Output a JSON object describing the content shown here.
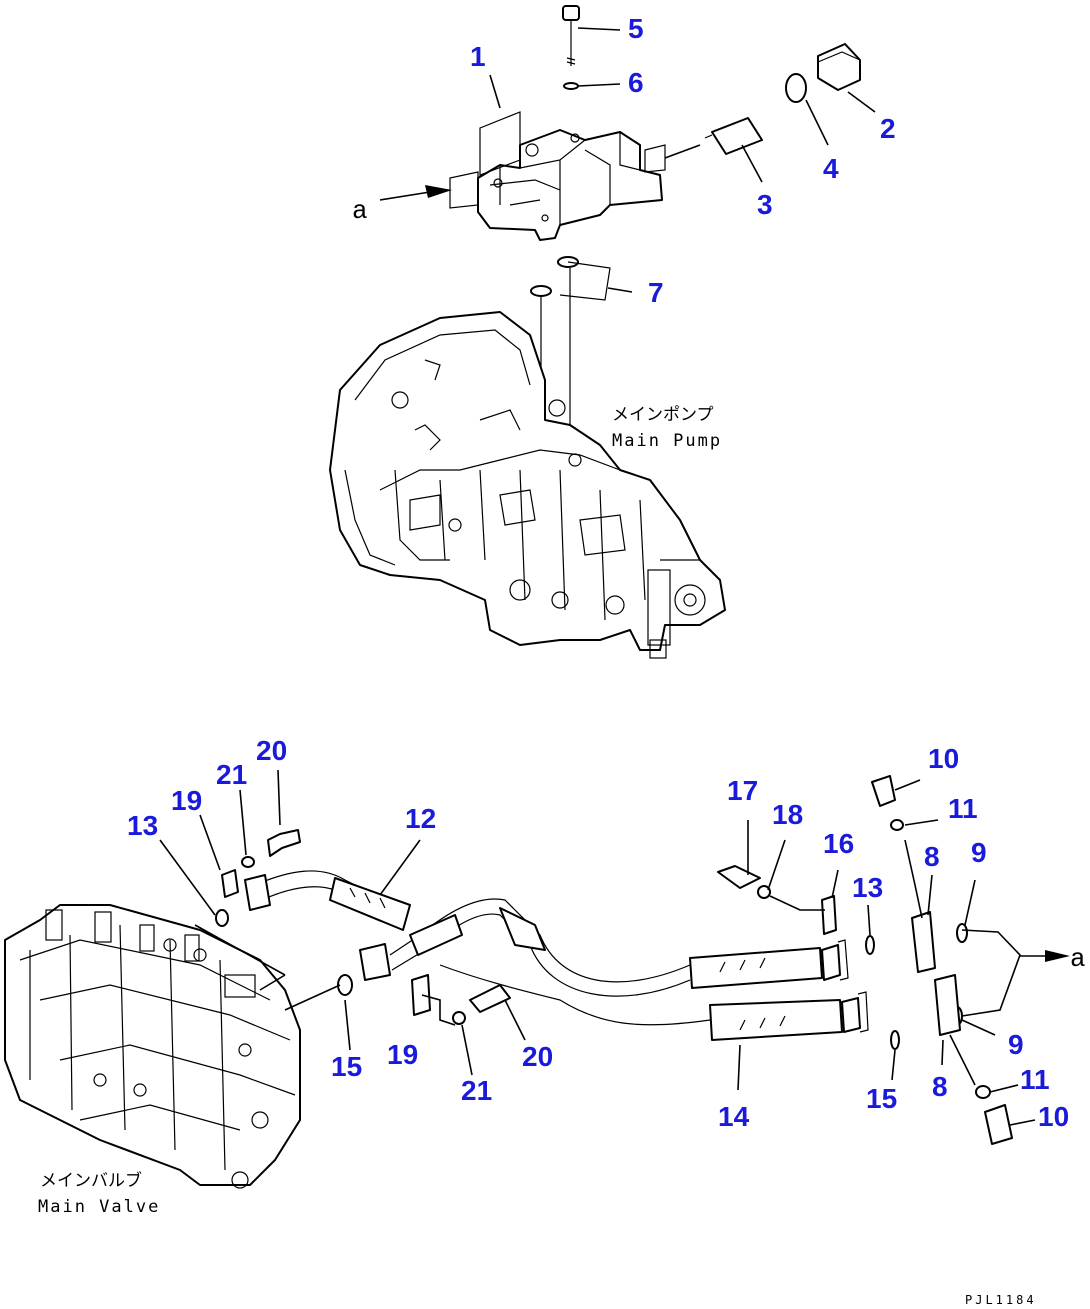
{
  "callouts": [
    {
      "id": "c1",
      "text": "1"
    },
    {
      "id": "c2",
      "text": "2"
    },
    {
      "id": "c3",
      "text": "3"
    },
    {
      "id": "c4",
      "text": "4"
    },
    {
      "id": "c5",
      "text": "5"
    },
    {
      "id": "c6",
      "text": "6"
    },
    {
      "id": "c7",
      "text": "7"
    },
    {
      "id": "c8a",
      "text": "8"
    },
    {
      "id": "c8b",
      "text": "8"
    },
    {
      "id": "c9a",
      "text": "9"
    },
    {
      "id": "c9b",
      "text": "9"
    },
    {
      "id": "c10a",
      "text": "10"
    },
    {
      "id": "c10b",
      "text": "10"
    },
    {
      "id": "c11a",
      "text": "11"
    },
    {
      "id": "c11b",
      "text": "11"
    },
    {
      "id": "c12",
      "text": "12"
    },
    {
      "id": "c13a",
      "text": "13"
    },
    {
      "id": "c13b",
      "text": "13"
    },
    {
      "id": "c14",
      "text": "14"
    },
    {
      "id": "c15a",
      "text": "15"
    },
    {
      "id": "c15b",
      "text": "15"
    },
    {
      "id": "c16",
      "text": "16"
    },
    {
      "id": "c17",
      "text": "17"
    },
    {
      "id": "c18",
      "text": "18"
    },
    {
      "id": "c19a",
      "text": "19"
    },
    {
      "id": "c19b",
      "text": "19"
    },
    {
      "id": "c20a",
      "text": "20"
    },
    {
      "id": "c20b",
      "text": "20"
    },
    {
      "id": "c21a",
      "text": "21"
    },
    {
      "id": "c21b",
      "text": "21"
    }
  ],
  "labels": {
    "a_left": "a",
    "a_right": "a",
    "main_pump_jp": "メインポンプ",
    "main_pump_en": "Main Pump",
    "main_valve_jp": "メインバルブ",
    "main_valve_en": "Main Valve",
    "drawing_code": "PJL1184"
  }
}
